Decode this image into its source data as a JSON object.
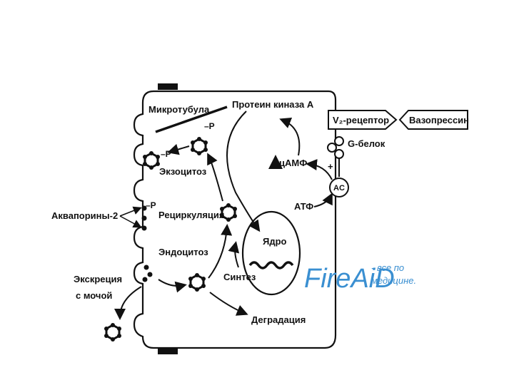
{
  "labels": {
    "microtubule": "Микротубула",
    "pka": "Протеин киназа А",
    "receptor": "V₂-рецептор",
    "vasopressin": "Вазопрессин",
    "gprotein": "G-белок",
    "camp": "цАМФ",
    "atp": "АТФ",
    "ac": "AC",
    "plus": "+",
    "p1": "–P",
    "p2": "–P",
    "p3": "–P",
    "exocytosis": "Экзоцитоз",
    "aquaporins": "Аквапорины-2",
    "recycling": "Рециркуляция",
    "nucleus": "Ядро",
    "endocytosis": "Эндоцитоз",
    "excretion_line1": "Экскреция",
    "excretion_line2": "с мочой",
    "synthesis": "Синтез",
    "degradation": "Деградация"
  },
  "watermark": {
    "brand": "FireAiD",
    "tagline_line1": "- все по",
    "tagline_line2": "медицине."
  },
  "colors": {
    "ink": "#111111",
    "watermark": "#3a8fd1"
  }
}
